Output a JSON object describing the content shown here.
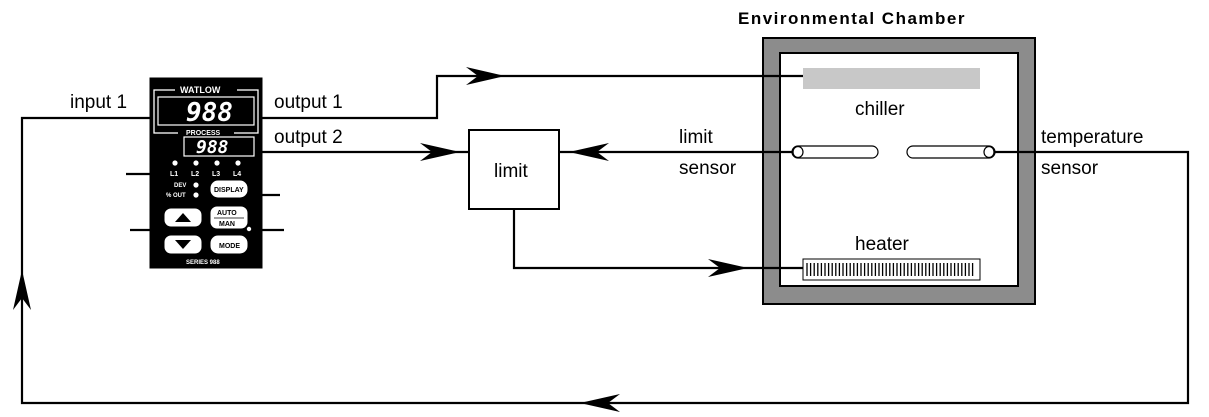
{
  "chamber": {
    "title": "Environmental Chamber",
    "chiller_label": "chiller",
    "heater_label": "heater"
  },
  "labels": {
    "input1": "input 1",
    "output1": "output 1",
    "output2": "output 2",
    "limit_box": "limit",
    "limit_sensor_line1": "limit",
    "limit_sensor_line2": "sensor",
    "temp_sensor_line1": "temperature",
    "temp_sensor_line2": "sensor"
  },
  "controller": {
    "brand": "WATLOW",
    "display_top": "988",
    "process_label": "PROCESS",
    "display_bottom": "988",
    "leds": [
      "L1",
      "L2",
      "L3",
      "L4"
    ],
    "dev_label": "DEV",
    "pct_out_label": "% OUT",
    "display_button": "DISPLAY",
    "auto_label": "AUTO",
    "man_label": "MAN",
    "mode_button": "MODE",
    "series": "SERIES 988",
    "up_icon": "up-arrow-icon",
    "down_icon": "down-arrow-icon"
  }
}
